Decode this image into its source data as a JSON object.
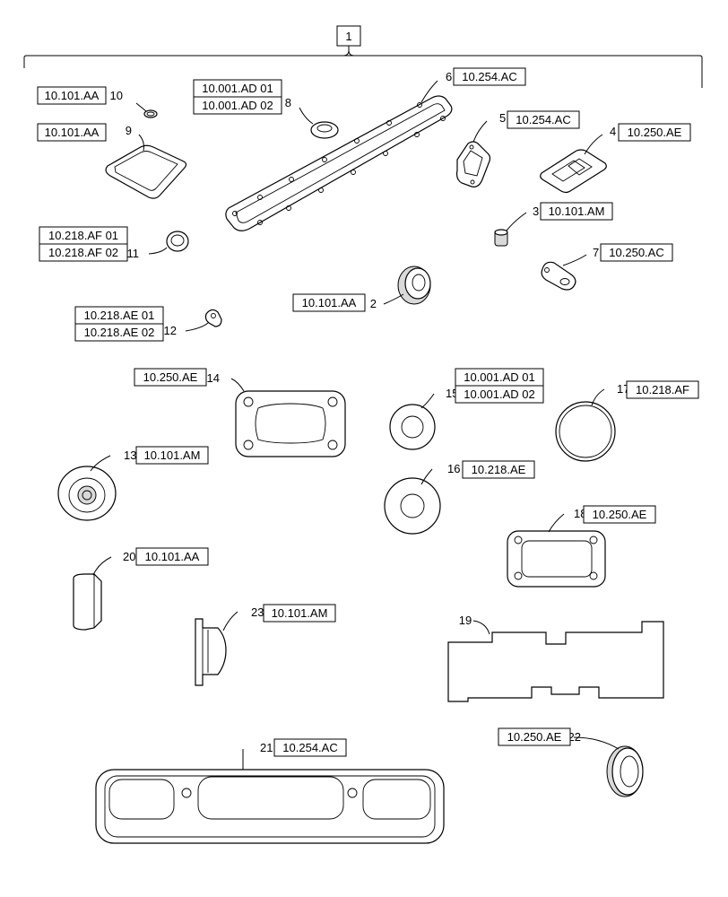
{
  "top_item": "1",
  "callouts": [
    {
      "num": "10",
      "refs": [
        "10.101.AA"
      ]
    },
    {
      "num": "9",
      "refs": [
        "10.101.AA"
      ]
    },
    {
      "num": "8",
      "refs": [
        "10.001.AD 01",
        "10.001.AD 02"
      ]
    },
    {
      "num": "6",
      "refs": [
        "10.254.AC"
      ]
    },
    {
      "num": "5",
      "refs": [
        "10.254.AC"
      ]
    },
    {
      "num": "4",
      "refs": [
        "10.250.AE"
      ]
    },
    {
      "num": "3",
      "refs": [
        "10.101.AM"
      ]
    },
    {
      "num": "11",
      "refs": [
        "10.218.AF 01",
        "10.218.AF 02"
      ]
    },
    {
      "num": "7",
      "refs": [
        "10.250.AC"
      ]
    },
    {
      "num": "2",
      "refs": [
        "10.101.AA"
      ]
    },
    {
      "num": "12",
      "refs": [
        "10.218.AE 01",
        "10.218.AE 02"
      ]
    },
    {
      "num": "14",
      "refs": [
        "10.250.AE"
      ]
    },
    {
      "num": "15",
      "refs": [
        "10.001.AD 01",
        "10.001.AD 02"
      ]
    },
    {
      "num": "17",
      "refs": [
        "10.218.AF"
      ]
    },
    {
      "num": "13",
      "refs": [
        "10.101.AM"
      ]
    },
    {
      "num": "16",
      "refs": [
        "10.218.AE"
      ]
    },
    {
      "num": "18",
      "refs": [
        "10.250.AE"
      ]
    },
    {
      "num": "20",
      "refs": [
        "10.101.AA"
      ]
    },
    {
      "num": "23",
      "refs": [
        "10.101.AM"
      ]
    },
    {
      "num": "19",
      "refs": []
    },
    {
      "num": "21",
      "refs": [
        "10.254.AC"
      ]
    },
    {
      "num": "22",
      "refs": [
        "10.250.AE"
      ]
    }
  ]
}
